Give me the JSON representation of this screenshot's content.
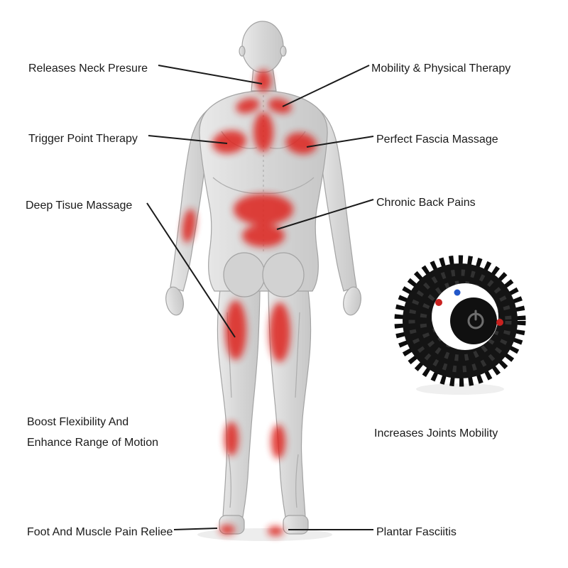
{
  "annotations": {
    "neck": "Releases Neck Presure",
    "mobility": "Mobility & Physical Therapy",
    "trigger": "Trigger Point Therapy",
    "fascia": "Perfect Fascia Massage",
    "deep_tissue": "Deep Tisue Massage",
    "chronic": "Chronic Back Pains",
    "flexibility": "Boost Flexibility And\nEnhance Range of Motion",
    "joints": "Increases Joints Mobility",
    "foot": "Foot And Muscle Pain Reliee",
    "plantar": "Plantar Fasciitis"
  },
  "colors": {
    "highlight": "#dd241c",
    "callout_line": "#1a1a1a",
    "text": "#1a1a1a",
    "body_gray": "#dedede",
    "ball_black": "#141414",
    "ball_dot_red": "#c92220",
    "ball_dot_blue": "#2257c9"
  },
  "illustrations": {
    "figure": "human-back-muscular-figure-with-pain-zones",
    "product": "spiky-vibrating-massage-ball"
  }
}
